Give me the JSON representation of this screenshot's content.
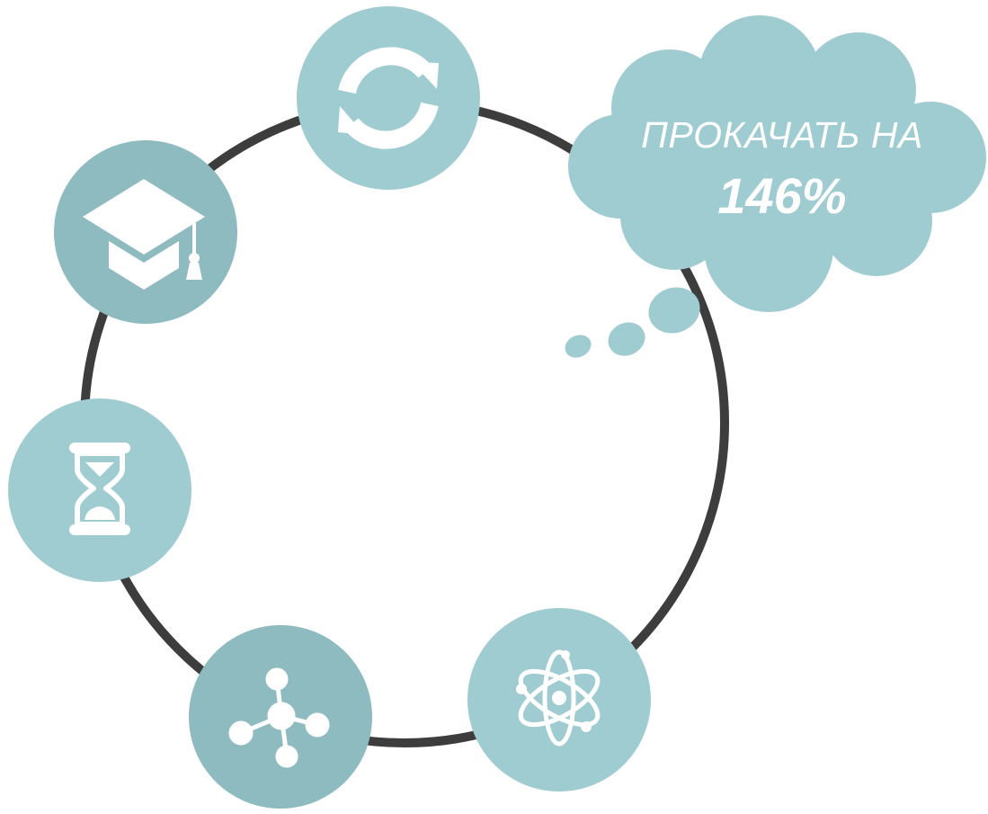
{
  "cloud": {
    "line1": "ПРОКАЧАТЬ НА",
    "line2": "146%"
  },
  "nodes": [
    {
      "name": "refresh-node",
      "icon": "refresh-icon"
    },
    {
      "name": "graduation-node",
      "icon": "graduation-cap-icon"
    },
    {
      "name": "hourglass-node",
      "icon": "hourglass-icon"
    },
    {
      "name": "network-node",
      "icon": "network-icon"
    },
    {
      "name": "atom-node",
      "icon": "atom-icon"
    }
  ],
  "colors": {
    "ring": "#3d3d3d",
    "node_light": "#9fccd1",
    "node_dark": "#8ebbc0",
    "cloud": "#9fccd1",
    "icon": "#ffffff"
  }
}
